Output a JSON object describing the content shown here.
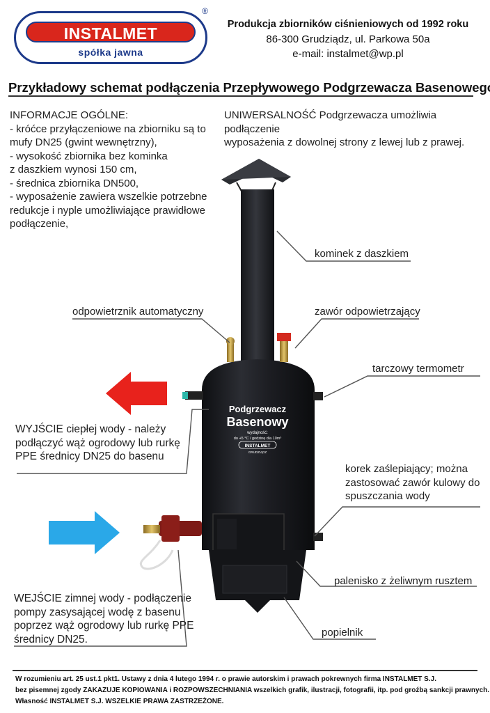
{
  "logo": {
    "brand": "INSTALMET",
    "subtitle": "spółka jawna",
    "registered": "®"
  },
  "header": {
    "line1": "Produkcja zbiorników ciśnieniowych od 1992 roku",
    "line2": "86-300 Grudziądz, ul. Parkowa 50a",
    "line3": "e-mail: instalmet@wp.pl"
  },
  "title": "Przykładowy schemat podłączenia Przepływowego Podgrzewacza Basenowego",
  "general_info": {
    "heading": "INFORMACJE OGÓLNE:",
    "lines": [
      "- króćce przyłączeniowe na zbiorniku są to",
      "mufy DN25 (gwint wewnętrzny),",
      "- wysokość zbiornika bez kominka",
      "z daszkiem wynosi 150 cm,",
      "- średnica zbiornika DN500,",
      "- wyposażenie zawiera wszelkie potrzebne",
      "redukcje i nyple umożliwiające prawidłowe",
      "podłączenie,"
    ]
  },
  "universality": {
    "line1": "UNIWERSALNOŚĆ Podgrzewacza umożliwia podłączenie",
    "line2": "wyposażenia z dowolnej strony z lewej lub z prawej."
  },
  "labels": {
    "chimney": "kominek z daszkiem",
    "auto_vent": "odpowietrznik automatyczny",
    "vent_valve": "zawór odpowietrzający",
    "thermometer": "tarczowy termometr",
    "plug": [
      "korek zaślepiający; można",
      "zastosować zawór kulowy do",
      "spuszczania wody"
    ],
    "firebox": "palenisko z żeliwnym rusztem",
    "ashpan": "popielnik"
  },
  "outlet": [
    "WYJŚCIE ciepłej wody - należy",
    "podłączyć wąż ogrodowy lub rurkę",
    "PPE średnicy DN25 do basenu"
  ],
  "inlet": [
    "WEJŚCIE zimnej wody - podłączenie",
    "pompy zasysającej wodę z basenu",
    "poprzez wąż ogrodowy lub rurkę PPE",
    "średnicy DN25."
  ],
  "tank_label": {
    "line1": "Podgrzewacz",
    "line2": "Basenowy",
    "line3": "wydajność:",
    "line4": "do +5 °C / godzinę dla 10m³",
    "brand": "INSTALMET",
    "city": "GRUDZIĄDZ"
  },
  "footer": {
    "line1": "W rozumieniu art. 25 ust.1 pkt1. Ustawy z dnia 4 lutego 1994 r. o prawie autorskim i prawach pokrewnych firma INSTALMET S.J.",
    "line2": "bez pisemnej zgody ZAKAZUJE KOPIOWANIA i ROZPOWSZECHNIANIA wszelkich grafik, ilustracji, fotografii, itp. pod groźbą sankcji prawnych.",
    "line3": "Własność INSTALMET S.J. WSZELKIE PRAWA ZASTRZEŻONE."
  },
  "colors": {
    "brand_red": "#d9261c",
    "brand_blue": "#1d3a8a",
    "arrow_red": "#e8221c",
    "arrow_blue": "#2aa8e8",
    "tank": "#1c1d22"
  }
}
